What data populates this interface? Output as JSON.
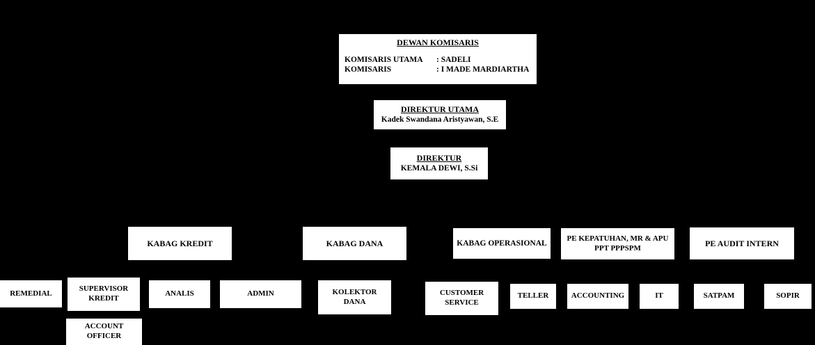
{
  "org": {
    "dewan_komisaris": {
      "title": "DEWAN KOMISARIS",
      "rows": [
        {
          "role": "KOMISARIS UTAMA",
          "value": ": SADELI"
        },
        {
          "role": "KOMISARIS",
          "value": ": I MADE MARDIARTHA"
        }
      ]
    },
    "direktur_utama": {
      "title": "DIREKTUR UTAMA",
      "name": "Kadek Swandana Aristyawan, S.E"
    },
    "direktur": {
      "title": "DIREKTUR",
      "name": "KEMALA DEWI, S.Si"
    },
    "departments": {
      "kabag_kredit": "KABAG KREDIT",
      "kabag_dana": "KABAG DANA",
      "kabag_operasional": "KABAG OPERASIONAL",
      "pe_kepatuhan": "PE KEPATUHAN, MR & APU PPT PPPSPM",
      "pe_audit_intern": "PE AUDIT INTERN"
    },
    "staff": {
      "remedial": "REMEDIAL",
      "supervisor_kredit": "SUPERVISOR KREDIT",
      "analis": "ANALIS",
      "admin": "ADMIN",
      "kolektor_dana": "KOLEKTOR DANA",
      "customer_service": "CUSTOMER SERVICE",
      "teller": "TELLER",
      "accounting": "ACCOUNTING",
      "it": "IT",
      "satpam": "SATPAM",
      "sopir": "SOPIR",
      "account_officer": "ACCOUNT OFFICER"
    }
  },
  "colors": {
    "background": "#000000",
    "box_background": "#ffffff",
    "text": "#000000"
  }
}
